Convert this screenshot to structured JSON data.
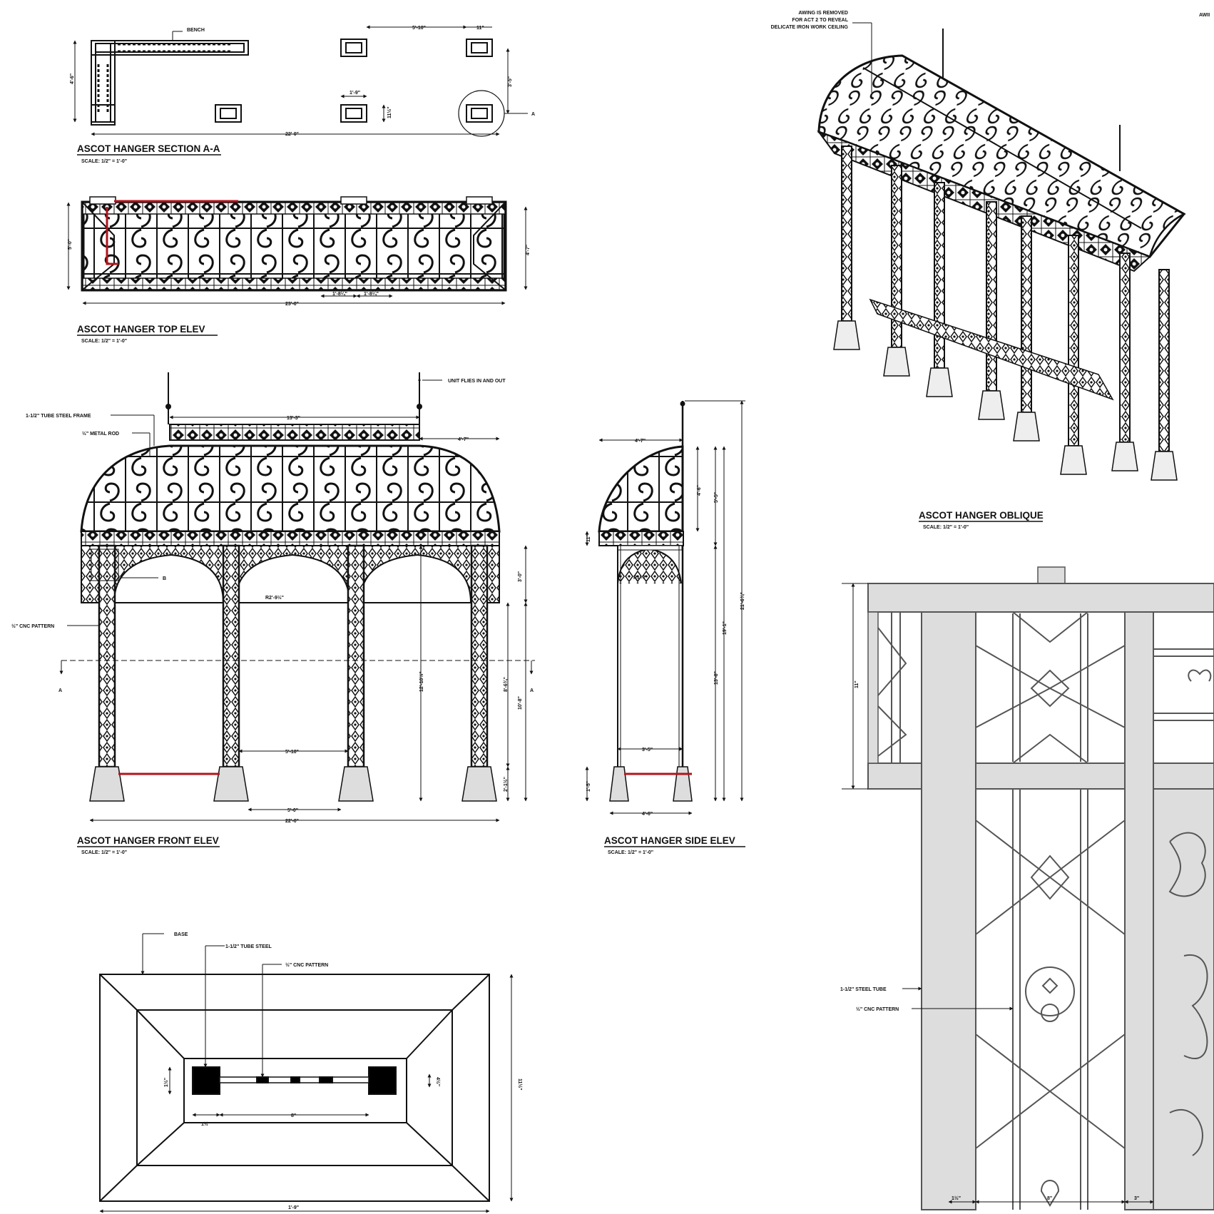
{
  "sheet": {
    "titles": {
      "section": "ASCOT HANGER SECTION A-A",
      "top": "ASCOT HANGER TOP ELEV",
      "front": "ASCOT HANGER FRONT ELEV",
      "side": "ASCOT HANGER SIDE ELEV",
      "oblique": "ASCOT HANGER OBLIQUE"
    },
    "scale": "SCALE:  1/2\" = 1'-0\"",
    "notes": {
      "bench": "BENCH",
      "awning_1": "AWING IS REMOVED",
      "awning_2": "FOR ACT 2 TO REVEAL",
      "awning_3": "DELICATE IRON WORK CEILING",
      "awning_cut": "AWII",
      "unit_flies": "UNIT FLIES IN AND OUT",
      "tube_frame": "1-1/2\" TUBE STEEL FRAME",
      "metal_rod": "½\" METAL ROD",
      "cnc_pattern_front": "½\" CNC PATTERN",
      "base": "BASE",
      "tube_steel": "1-1/2\" TUBE STEEL",
      "cnc_pattern_base": "½\" CNC PATTERN",
      "steel_tube": "1-1/2\" STEEL TUBE",
      "cnc_pattern_detail": "½\" CNC PATTERN",
      "label_a": "A",
      "label_b": "B"
    },
    "dims": {
      "sec_5_10": "5'-10\"",
      "sec_11": "11\"",
      "sec_4_6": "4'-6\"",
      "sec_3_5": "3'-5\"",
      "sec_1_9": "1'-9\"",
      "sec_11_5": "11½\"",
      "sec_22": "22'-0\"",
      "top_5_0": "5'-0\"",
      "top_4_7": "4'-7\"",
      "top_1_8a": "1'-8¼\"",
      "top_1_8b": "1'-8¼\"",
      "top_23": "23'-0\"",
      "fr_13_3": "13'-3\"",
      "fr_4_7": "4'-7\"",
      "fr_r2": "R2'-9½\"",
      "fr_3_0": "3'-0\"",
      "fr_12_10": "12'-10½\"",
      "fr_8_6": "8'-6¾\"",
      "fr_10_8": "10'-8\"",
      "fr_5_10": "5'-10\"",
      "fr_2_1": "2'-1½\"",
      "fr_5_0": "5'-0\"",
      "fr_22": "22'-0\"",
      "sd_4_7": "4'-7\"",
      "sd_4_6": "4'-6\"",
      "sd_5_5": "5'-5\"",
      "sd_11": "11\"",
      "sd_r1": "R1'-7\"",
      "sd_21_6": "21'-6¾\"",
      "sd_19_1": "19'-1\"",
      "sd_13_8": "13'-8\"",
      "sd_3_5": "3'-5\"",
      "sd_1_5": "1'-5\"",
      "sd_4_6b": "4'-6\"",
      "bs_1_5a": "1½\"",
      "bs_1_5b": "1½\"",
      "bs_8": "8\"",
      "bs_4_5": "4½\"",
      "bs_11_5": "11½\"",
      "bs_1_9": "1'-9\"",
      "dt_11": "11\"",
      "dt_1_5": "1½\"",
      "dt_8": "8\"",
      "dt_3": "3\""
    }
  }
}
